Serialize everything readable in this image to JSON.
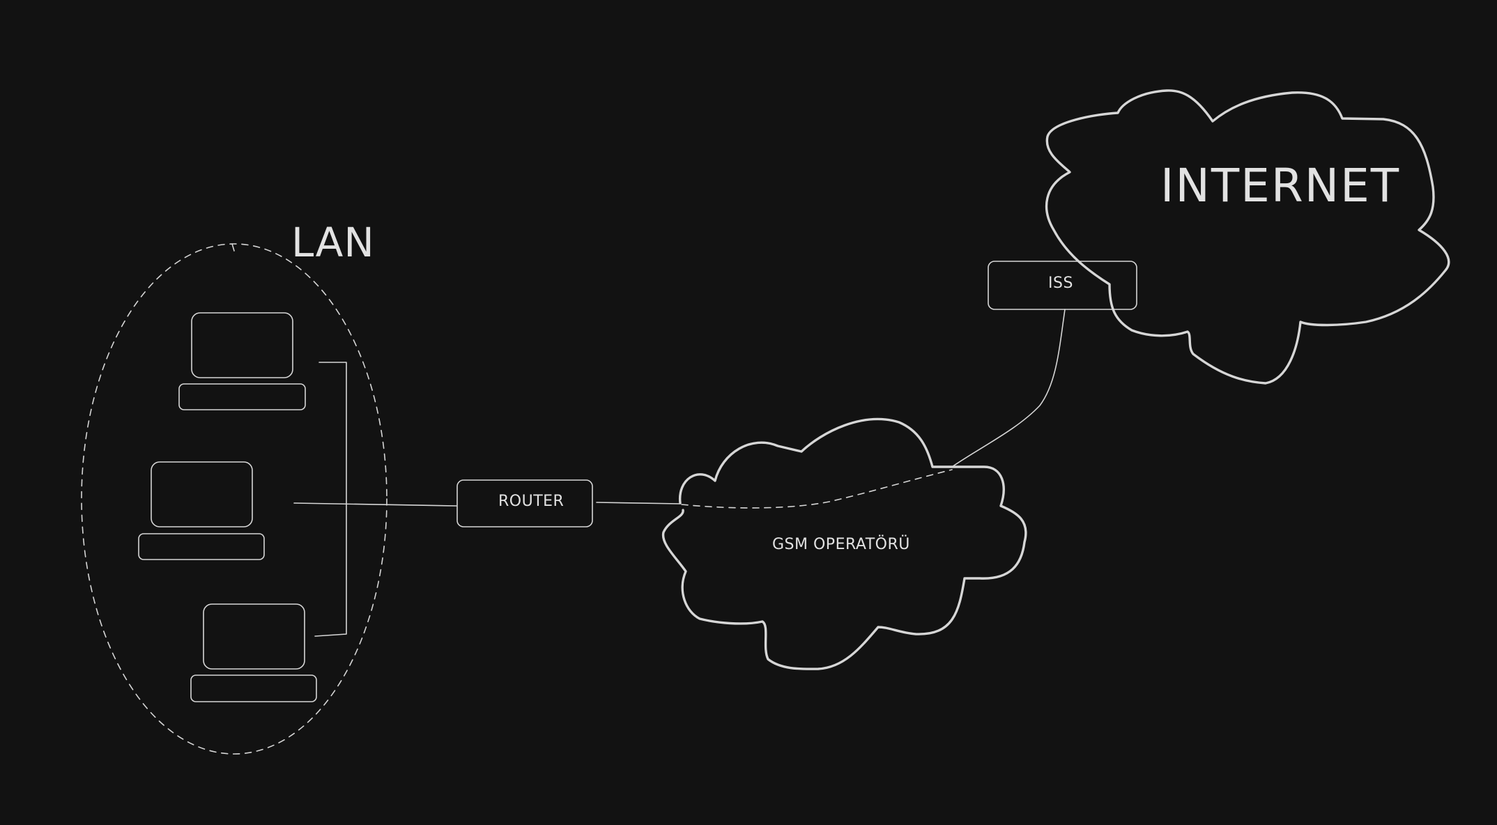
{
  "diagram": {
    "lan": {
      "title": "LAN",
      "workstation_count": 3
    },
    "router": {
      "label": "ROUTER"
    },
    "gsm": {
      "label": "GSM OPERATÖRÜ"
    },
    "iss": {
      "label": "ISS"
    },
    "internet": {
      "title": "INTERNET"
    }
  },
  "colors": {
    "background": "#121212",
    "stroke": "#d6d6d6",
    "text": "#e2e2e2"
  }
}
